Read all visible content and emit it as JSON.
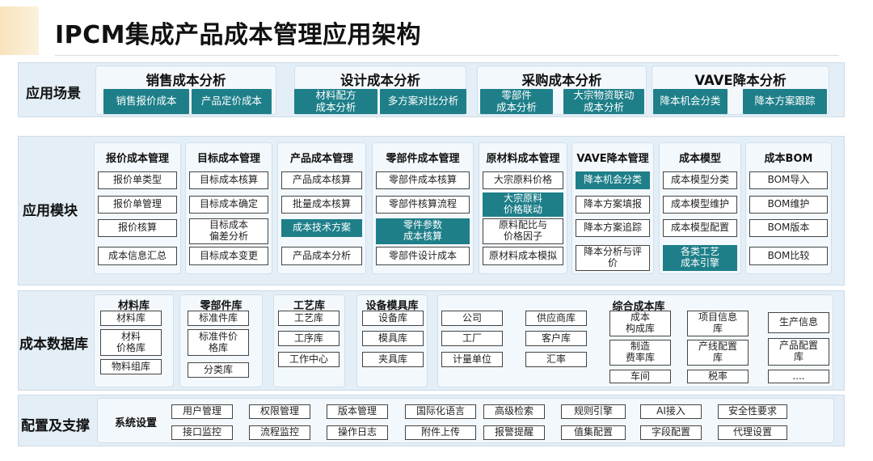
{
  "title": "IPCM集成产品成本管理应用架构",
  "rows": {
    "scene": "应用场景",
    "module": "应用模块",
    "datalib": "成本数据库",
    "config": "配置及支撑"
  },
  "scenes": [
    {
      "title": "销售成本分析",
      "items": [
        "销售报价成本",
        "产品定价成本"
      ]
    },
    {
      "title": "设计成本分析",
      "items": [
        "材料配方\n成本分析",
        "多方案对比分析"
      ]
    },
    {
      "title": "采购成本分析",
      "items": [
        "零部件\n成本分析",
        "大宗物资联动\n成本分析"
      ]
    },
    {
      "title": "VAVE降本分析",
      "items": [
        "降本机会分类",
        "降本方案跟踪"
      ]
    }
  ],
  "modules": [
    {
      "title": "报价成本管理",
      "items": [
        {
          "t": "报价单类型"
        },
        {
          "t": "报价单管理"
        },
        {
          "t": "报价核算"
        },
        {
          "t": "成本信息汇总"
        }
      ]
    },
    {
      "title": "目标成本管理",
      "items": [
        {
          "t": "目标成本核算"
        },
        {
          "t": "目标成本确定"
        },
        {
          "t": "目标成本\n偏差分析"
        },
        {
          "t": "目标成本变更"
        }
      ]
    },
    {
      "title": "产品成本管理",
      "items": [
        {
          "t": "产品成本核算"
        },
        {
          "t": "批量成本核算"
        },
        {
          "t": "成本技术方案",
          "hl": true
        },
        {
          "t": "产品成本分析"
        }
      ]
    },
    {
      "title": "零部件成本管理",
      "items": [
        {
          "t": "零部件成本核算"
        },
        {
          "t": "零部件核算流程"
        },
        {
          "t": "零件参数\n成本核算",
          "hl": true
        },
        {
          "t": "零部件设计成本"
        }
      ]
    },
    {
      "title": "原材料成本管理",
      "items": [
        {
          "t": "大宗原料价格"
        },
        {
          "t": "大宗原料\n价格联动",
          "hl": true
        },
        {
          "t": "原料配比与\n价格因子"
        },
        {
          "t": "原材料成本模拟"
        }
      ]
    },
    {
      "title": "VAVE降本管理",
      "items": [
        {
          "t": "降本机会分类",
          "hl": true
        },
        {
          "t": "降本方案填报"
        },
        {
          "t": "降本方案追踪"
        },
        {
          "t": "降本分析与评\n价"
        }
      ]
    },
    {
      "title": "成本模型",
      "items": [
        {
          "t": "成本模型分类"
        },
        {
          "t": "成本模型维护"
        },
        {
          "t": "成本模型配置"
        },
        {
          "t": "各类工艺\n成本引擎",
          "hl": true
        }
      ]
    },
    {
      "title": "成本BOM",
      "items": [
        {
          "t": "BOM导入"
        },
        {
          "t": "BOM维护"
        },
        {
          "t": "BOM版本"
        },
        {
          "t": "BOM比较"
        }
      ]
    }
  ],
  "libs": {
    "material": {
      "title": "材料库",
      "items": [
        "材料库",
        "材料\n价格库",
        "物料组库"
      ]
    },
    "parts": {
      "title": "零部件库",
      "items": [
        "标准件库",
        "标准件价\n格库",
        "分类库"
      ]
    },
    "process": {
      "title": "工艺库",
      "items": [
        "工艺库",
        "工序库",
        "工作中心"
      ]
    },
    "equipment": {
      "title": "设备模具库",
      "items": [
        "设备库",
        "模具库",
        "夹具库"
      ]
    },
    "misc": {
      "col1": [
        "公司",
        "工厂",
        "计量单位"
      ],
      "col2": [
        "供应商库",
        "客户库",
        "汇率"
      ]
    },
    "composite": {
      "title": "综合成本库",
      "col1": [
        "成本\n构成库",
        "制造\n费率库",
        "车间"
      ],
      "col2": [
        "项目信息\n库",
        "产线配置\n库",
        "税率"
      ],
      "col3": [
        "生产信息",
        "产品配置\n库",
        "...."
      ]
    }
  },
  "config": {
    "label": "系统设置",
    "row1": [
      "用户管理",
      "权限管理",
      "版本管理",
      "国际化语言",
      "高级检索",
      "规则引擎",
      "AI接入",
      "安全性要求"
    ],
    "row2": [
      "接口监控",
      "流程监控",
      "操作日志",
      "附件上传",
      "报警提醒",
      "值集配置",
      "字段配置",
      "代理设置"
    ]
  },
  "colors": {
    "accent": "#1e7f89",
    "band": "#e3eef6",
    "panel": "#f3f8fc"
  }
}
